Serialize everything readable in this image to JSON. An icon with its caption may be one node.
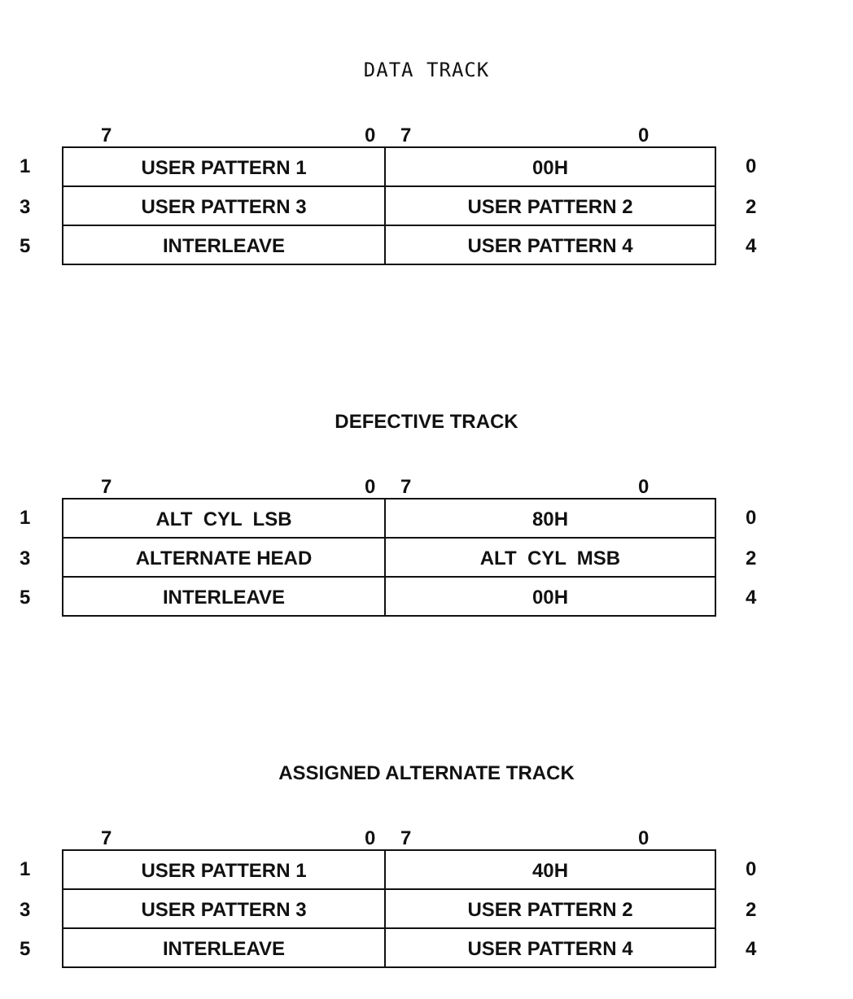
{
  "diagram": {
    "labels": [
      "DATA TRACK",
      "7",
      "0",
      "7",
      "0",
      "1",
      "USER PATTERN 1",
      "00H",
      "0",
      "3",
      "USER PATTERN 3",
      "USER PATTERN 2",
      "2",
      "5",
      "INTERLEAVE",
      "USER PATTERN 4",
      "4",
      "DEFECTIVE TRACK",
      "7",
      "0",
      "7",
      "0",
      "1",
      "ALT  CYL  LSB",
      "80H",
      "0",
      "3",
      "ALTERNATE HEAD",
      "ALT  CYL  MSB",
      "2",
      "5",
      "INTERLEAVE",
      "00H",
      "4",
      "ASSIGNED ALTERNATE TRACK",
      "7",
      "0",
      "7",
      "0",
      "1",
      "USER PATTERN 1",
      "40H",
      "0",
      "3",
      "USER PATTERN 3",
      "USER PATTERN 2",
      "2",
      "5",
      "INTERLEAVE",
      "USER PATTERN 4",
      "4"
    ]
  }
}
